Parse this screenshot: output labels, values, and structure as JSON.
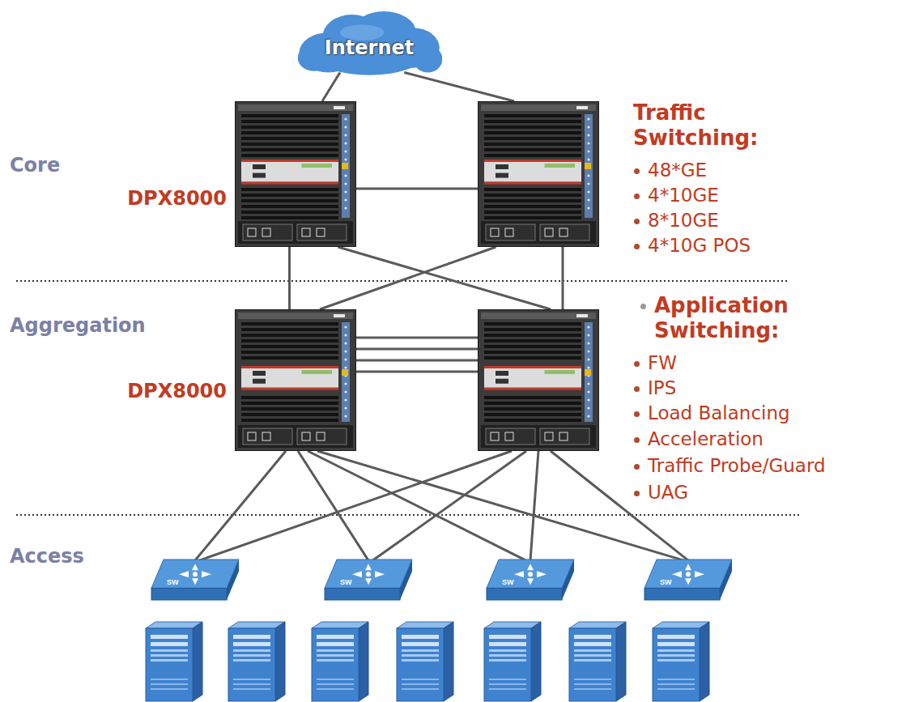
{
  "diagram": {
    "nodes": [
      {
        "text": [
          "Internet"
        ]
      },
      {
        "text": [
          "DPX8000"
        ]
      },
      {
        "text": []
      },
      {
        "text": [
          "DPX8000"
        ]
      },
      {
        "text": []
      },
      {
        "text": [
          "SW"
        ]
      },
      {
        "text": [
          "SW"
        ]
      },
      {
        "text": [
          "SW"
        ]
      },
      {
        "text": [
          "SW"
        ]
      }
    ],
    "edges": [
      {
        "from": 0,
        "to": 1,
        "arrow": "none"
      },
      {
        "from": 0,
        "to": 2,
        "arrow": "none"
      },
      {
        "from": 1,
        "to": 2,
        "arrow": "none"
      },
      {
        "from": 1,
        "to": 3,
        "arrow": "none"
      },
      {
        "from": 1,
        "to": 4,
        "arrow": "none"
      },
      {
        "from": 2,
        "to": 3,
        "arrow": "none"
      },
      {
        "from": 2,
        "to": 4,
        "arrow": "none"
      },
      {
        "from": 3,
        "to": 4,
        "arrow": "none"
      },
      {
        "from": 3,
        "to": 4,
        "arrow": "none"
      },
      {
        "from": 3,
        "to": 4,
        "arrow": "none"
      },
      {
        "from": 3,
        "to": 4,
        "arrow": "none"
      },
      {
        "from": 3,
        "to": 5,
        "arrow": "none"
      },
      {
        "from": 3,
        "to": 6,
        "arrow": "none"
      },
      {
        "from": 3,
        "to": 7,
        "arrow": "none"
      },
      {
        "from": 3,
        "to": 8,
        "arrow": "none"
      },
      {
        "from": 4,
        "to": 5,
        "arrow": "none"
      },
      {
        "from": 4,
        "to": 6,
        "arrow": "none"
      },
      {
        "from": 4,
        "to": 7,
        "arrow": "none"
      },
      {
        "from": 4,
        "to": 8,
        "arrow": "none"
      }
    ],
    "labels": [
      "Core",
      "Aggregation",
      "Access",
      "Traffic Switching:",
      "48*GE",
      "4*10GE",
      "8*10GE",
      "4*10G POS",
      "Application Switching:",
      "FW",
      "IPS",
      "Load Balancing",
      "Acceleration",
      "Traffic Probe/Guard",
      "UAG"
    ]
  }
}
